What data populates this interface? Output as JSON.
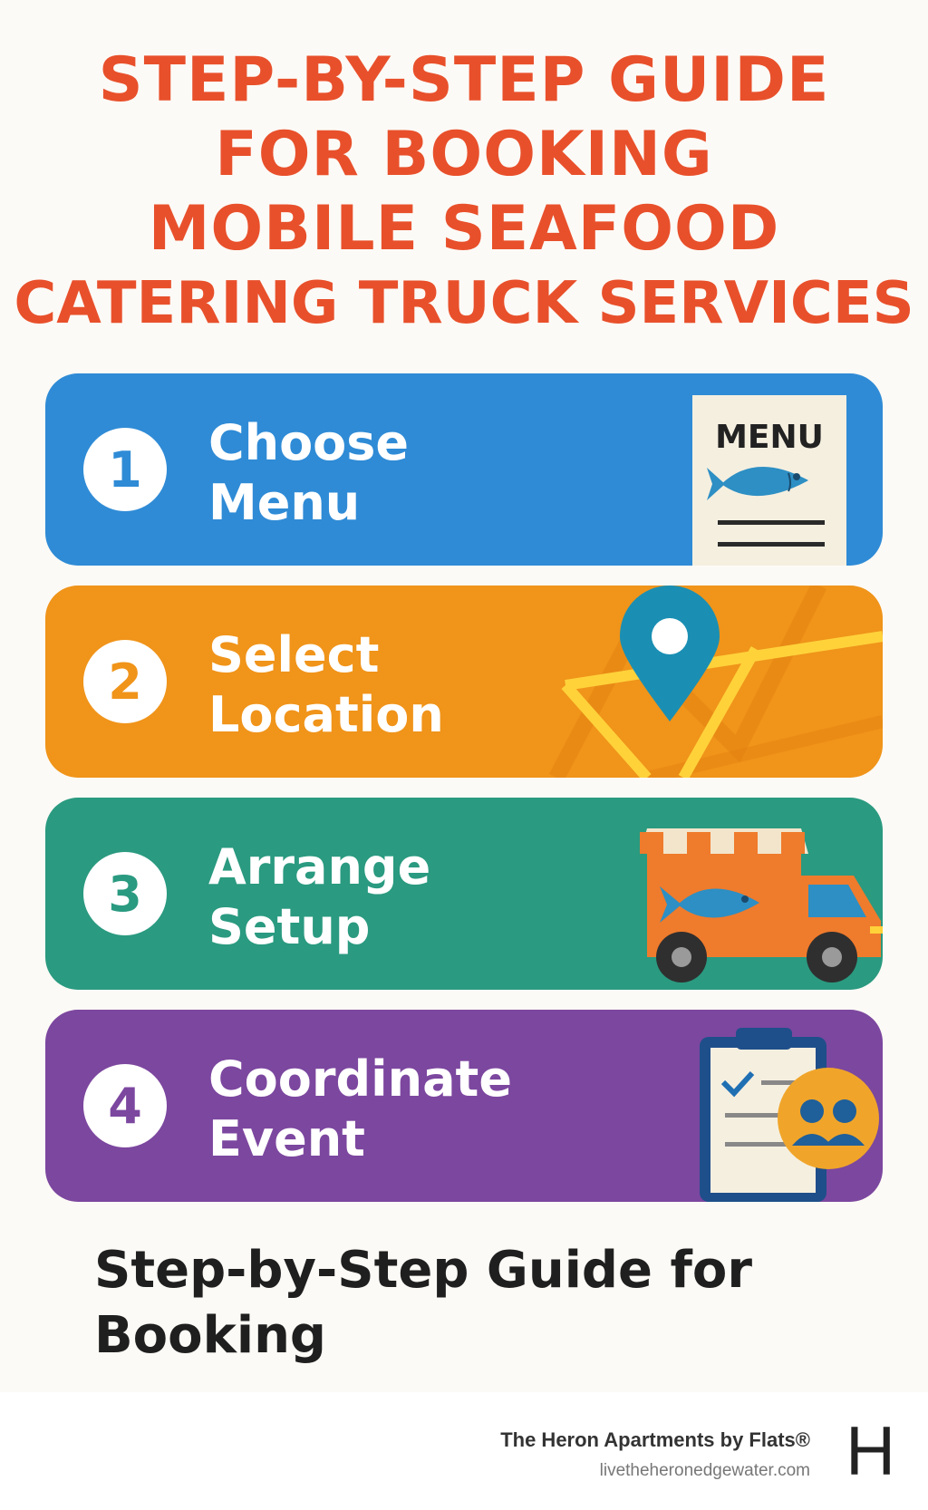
{
  "title_lines": [
    "Step-by-Step Guide",
    "for Booking",
    "Mobile Seafood",
    "Catering Truck Services"
  ],
  "steps": [
    {
      "number": "1",
      "label_lines": [
        "Choose",
        "Menu"
      ],
      "color": "#2f8bd6",
      "icon": "menu-card-icon",
      "menu_text": "MENU"
    },
    {
      "number": "2",
      "label_lines": [
        "Select",
        "Location"
      ],
      "color": "#f0941a",
      "icon": "map-pin-icon"
    },
    {
      "number": "3",
      "label_lines": [
        "Arrange",
        "Setup"
      ],
      "color": "#2a9a80",
      "icon": "food-truck-icon"
    },
    {
      "number": "4",
      "label_lines": [
        "Coordinate",
        "Event"
      ],
      "color": "#7c479f",
      "icon": "clipboard-team-icon"
    }
  ],
  "caption_lines": [
    "Step-by-Step Guide for",
    "Booking"
  ],
  "footer": {
    "brand": "The Heron Apartments by Flats®",
    "website": "livetheheronedgewater.com",
    "logo_letter": "H"
  },
  "colors": {
    "title": "#e8502b",
    "background": "#fcfaf6",
    "fish": "#2d8fc4",
    "pin": "#1a8fb3",
    "road": "#ffd23a"
  }
}
